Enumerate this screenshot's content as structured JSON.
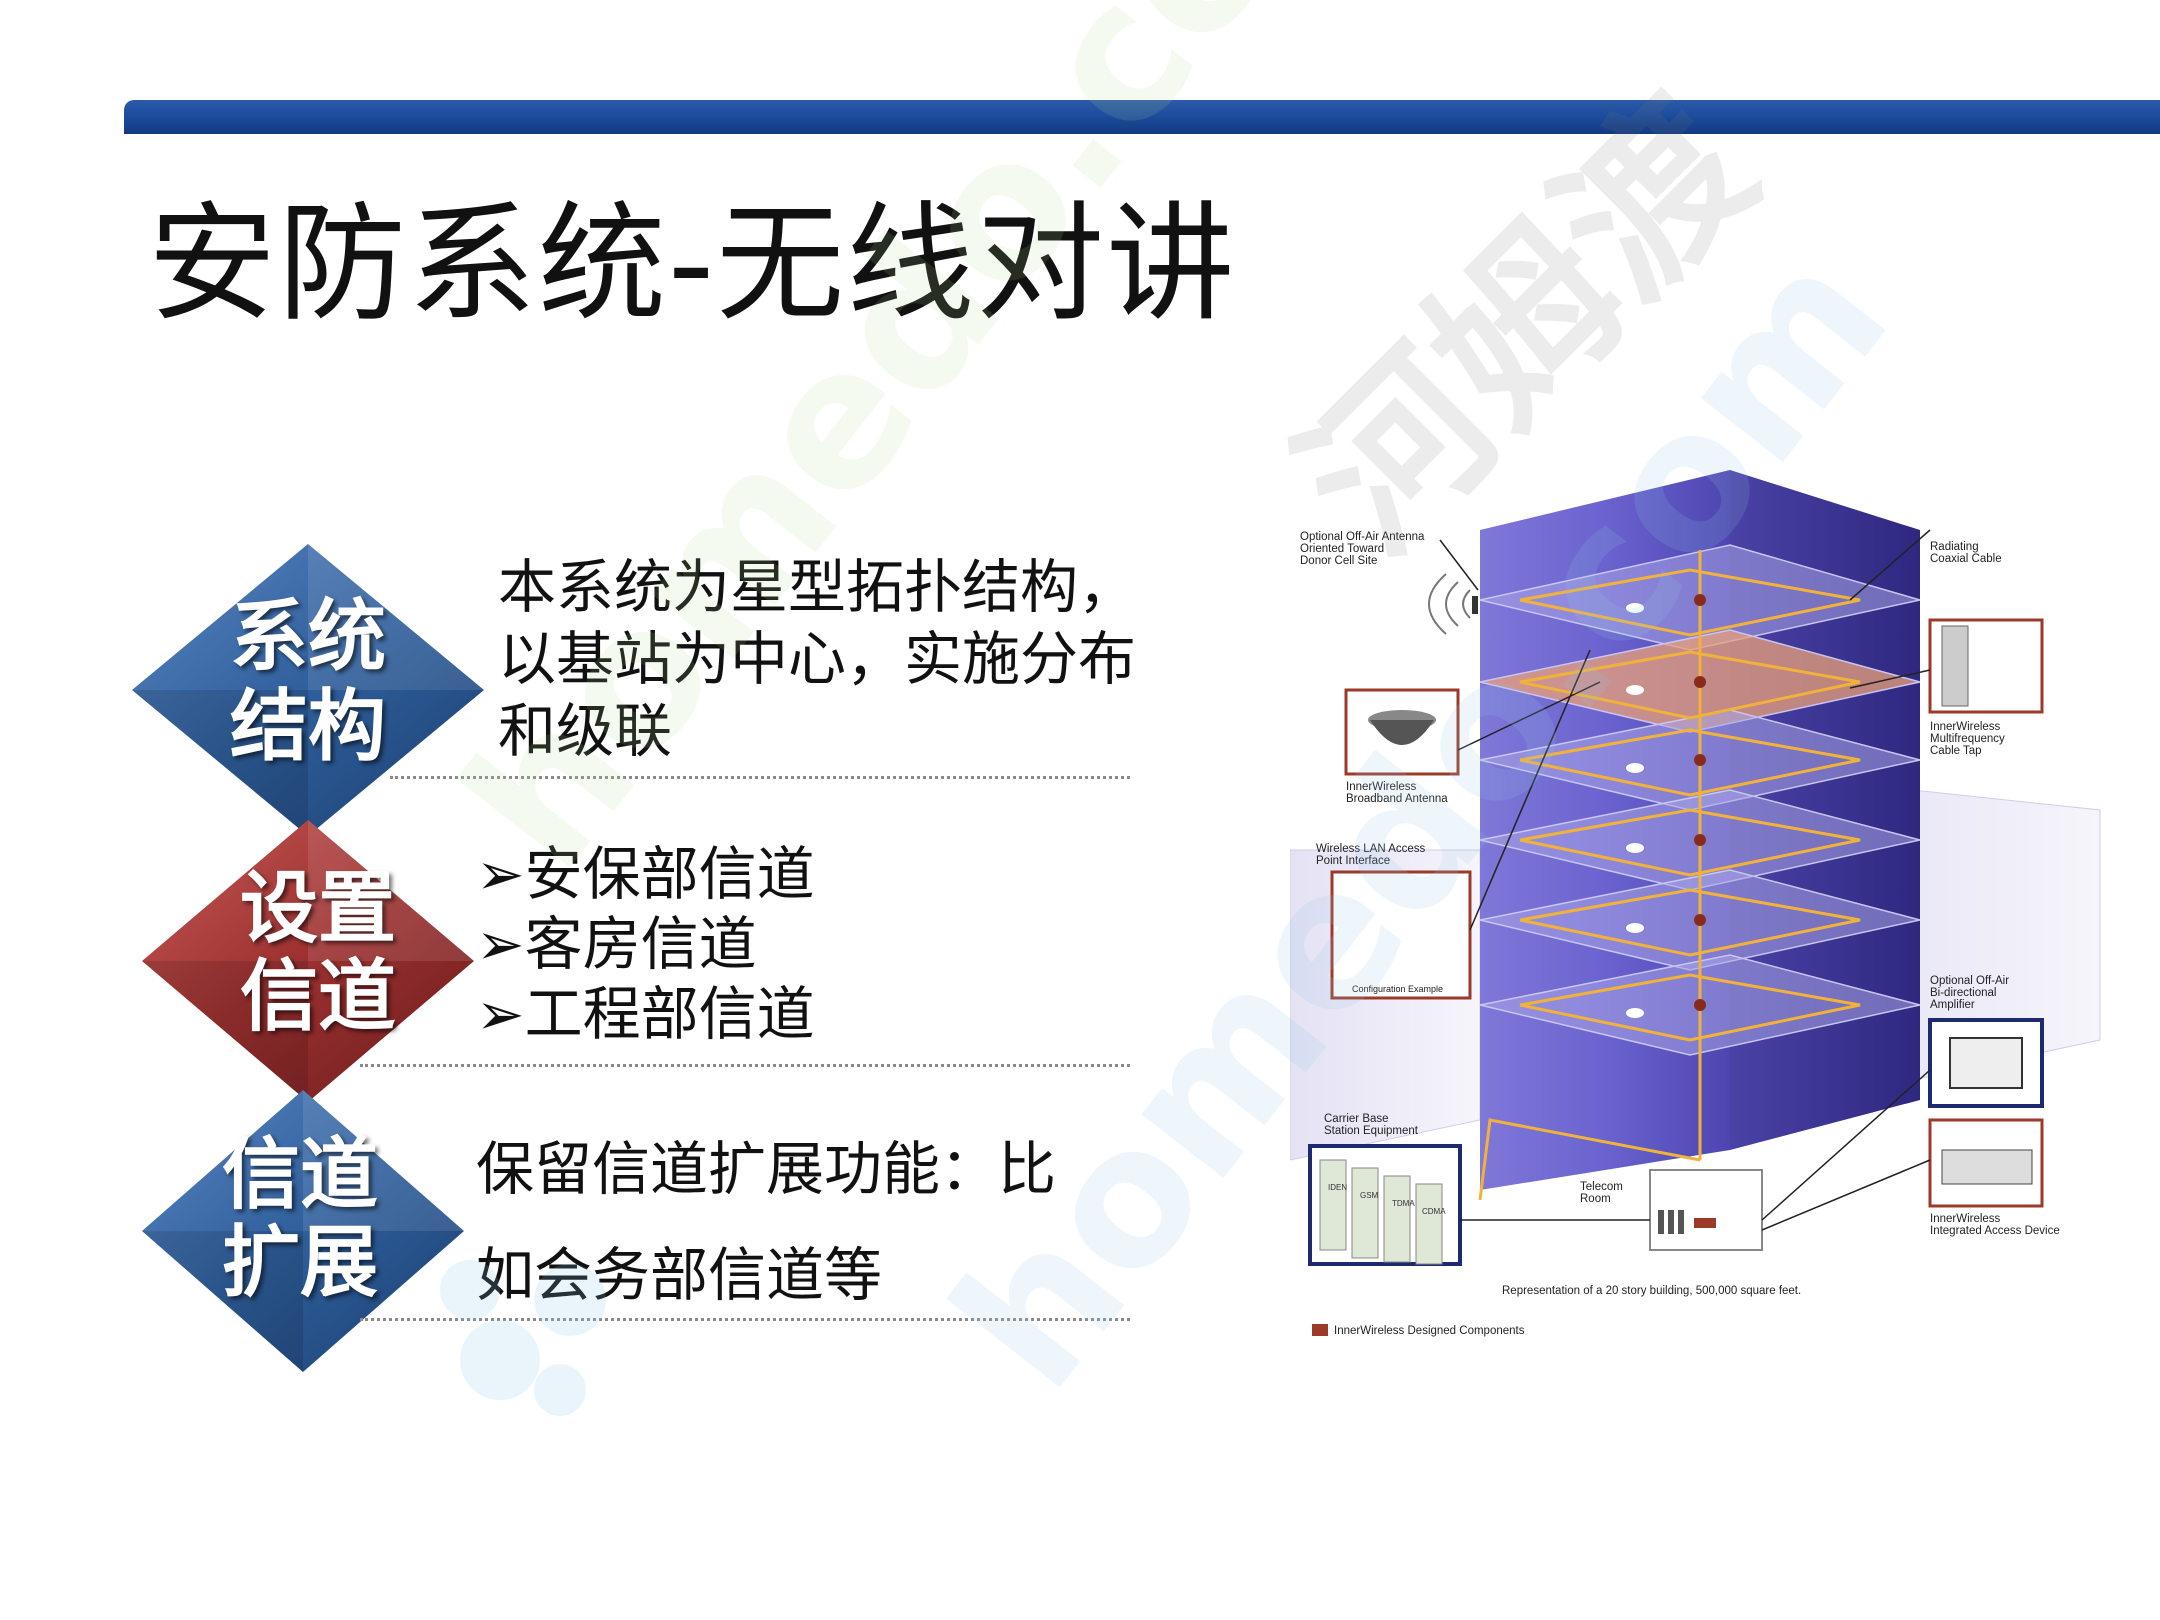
{
  "title": "安防系统-无线对讲",
  "sections": [
    {
      "badge_line1": "系统",
      "badge_line2": "结构",
      "badge_color": "#2f5f9c",
      "lines": [
        "本系统为星型拓扑结构，",
        "以基站为中心，实施分布",
        "和级联"
      ]
    },
    {
      "badge_line1": "设置",
      "badge_line2": "信道",
      "badge_color": "#9c3030",
      "bullets": [
        "安保部信道",
        "客房信道",
        "工程部信道"
      ]
    },
    {
      "badge_line1": "信道",
      "badge_line2": "扩展",
      "badge_color": "#2f5f9c",
      "lines": [
        "保留信道扩展功能：比",
        "如会务部信道等"
      ]
    }
  ],
  "diagram": {
    "labels": {
      "off_air_antenna": [
        "Optional Off-Air Antenna",
        "Oriented Toward",
        "Donor Cell Site"
      ],
      "radiating_cable": [
        "Radiating",
        "Coaxial Cable"
      ],
      "broadband_antenna": [
        "InnerWireless",
        "Broadband Antenna"
      ],
      "cable_tap": [
        "InnerWireless",
        "Multifrequency",
        "Cable Tap"
      ],
      "wlan_access": [
        "Wireless LAN Access",
        "Point Interface"
      ],
      "config_example": "Configuration Example",
      "amplifier": [
        "Optional Off-Air",
        "Bi-directional",
        "Amplifier"
      ],
      "carrier_base": [
        "Carrier Base",
        "Station Equipment"
      ],
      "telecom_room": [
        "Telecom",
        "Room"
      ],
      "integrated_access": [
        "InnerWireless",
        "Integrated Access Device"
      ],
      "representation": "Representation of a 20 story building, 500,000 square feet.",
      "legend": "InnerWireless Designed Components",
      "rack_labels": [
        "IDEN",
        "GSM",
        "TDMA",
        "CDMA"
      ]
    },
    "legend_color": "#9c3a2a"
  },
  "watermark": {
    "text1": "homedo.com",
    "text2": "河姆渡",
    "text3": "homedo.com"
  },
  "colors": {
    "accent_blue": "#1d4d9e",
    "badge_blue": "#2f5f9c",
    "badge_red": "#9c3030"
  }
}
